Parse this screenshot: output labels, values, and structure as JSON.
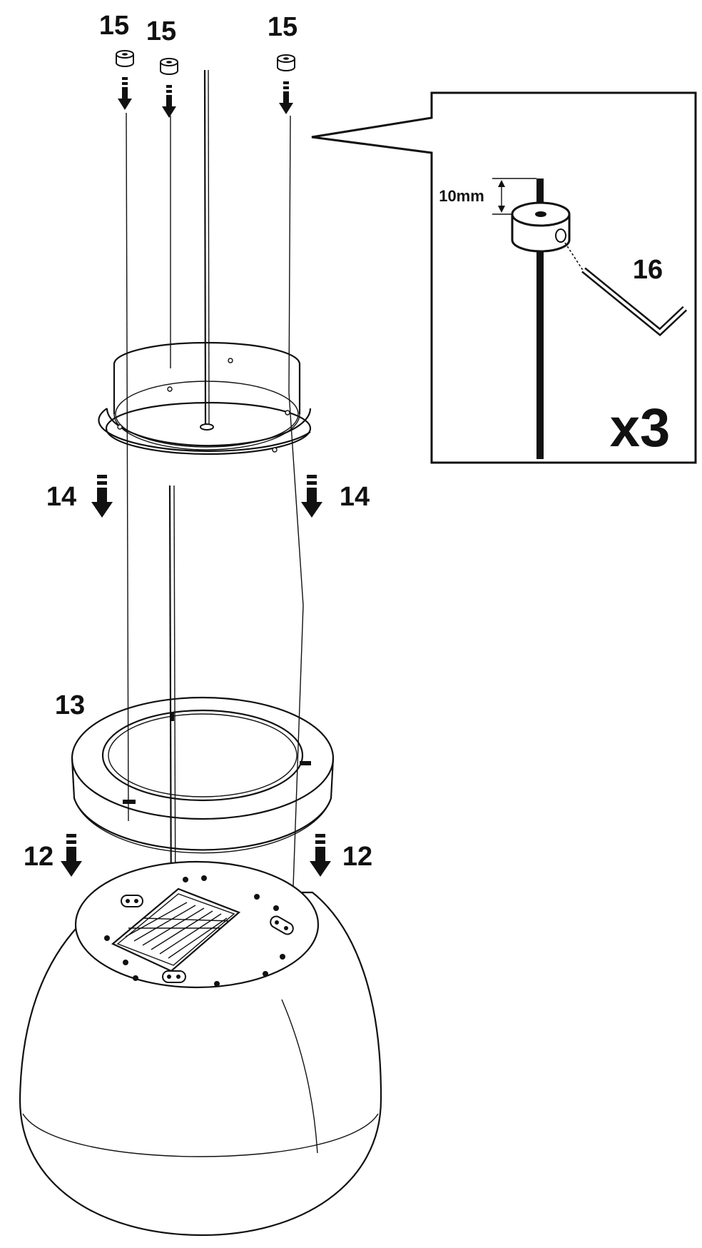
{
  "labels": {
    "part_15_left": "15",
    "part_15_middle": "15",
    "part_15_right": "15",
    "part_14_left": "14",
    "part_14_right": "14",
    "part_13": "13",
    "part_12_left": "12",
    "part_12_right": "12",
    "part_16": "16",
    "dimension": "10mm",
    "multiplier": "x3"
  },
  "icons": {
    "down_arrow": "dashed-down-arrow-icon",
    "collar": "set-screw-collar-icon",
    "hex_key": "allen-key-icon"
  },
  "colors": {
    "line": "#111111",
    "background": "#ffffff"
  }
}
